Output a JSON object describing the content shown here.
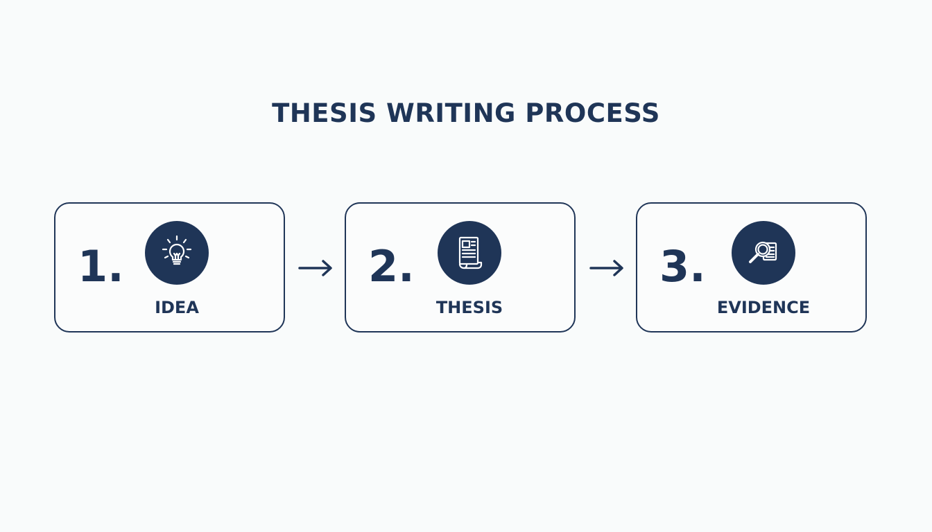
{
  "title": "THESIS WRITING PROCESS",
  "steps": [
    {
      "number": "1.",
      "label": "IDEA",
      "icon": "lightbulb-icon"
    },
    {
      "number": "2.",
      "label": "THESIS",
      "icon": "document-icon"
    },
    {
      "number": "3.",
      "label": "EVIDENCE",
      "icon": "magnifier-document-icon"
    }
  ],
  "colors": {
    "primary": "#1f3557",
    "background": "#f9fbfb"
  }
}
